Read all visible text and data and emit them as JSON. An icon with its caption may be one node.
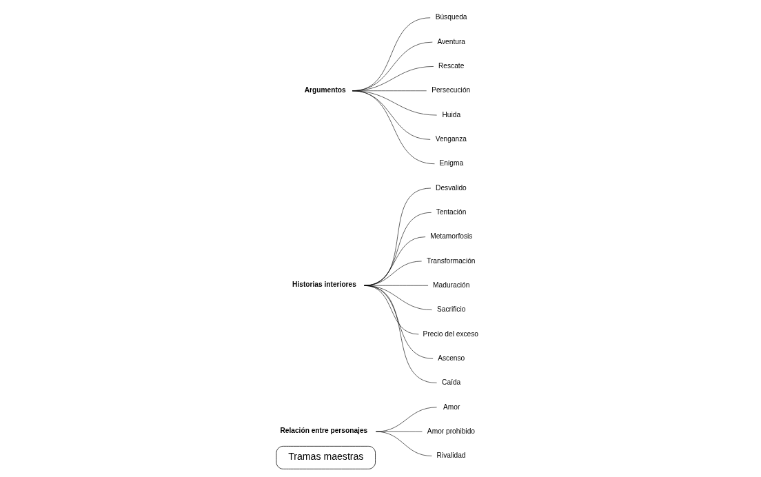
{
  "diagram": {
    "nodes": [
      {
        "text": [
          "Tramas maestras"
        ]
      },
      {
        "text": [
          "Relación entre personajes"
        ]
      },
      {
        "text": [
          "Amor"
        ]
      },
      {
        "text": [
          "Amor prohibido"
        ]
      },
      {
        "text": [
          "Rivalidad"
        ]
      },
      {
        "text": [
          "Historias interiores"
        ]
      },
      {
        "text": [
          "Desvalido"
        ]
      },
      {
        "text": [
          "Tentación"
        ]
      },
      {
        "text": [
          "Metamorfosis"
        ]
      },
      {
        "text": [
          "Transformación"
        ]
      },
      {
        "text": [
          "Maduración"
        ]
      },
      {
        "text": [
          "Sacrificio"
        ]
      },
      {
        "text": [
          "Precio del exceso"
        ]
      },
      {
        "text": [
          "Ascenso"
        ]
      },
      {
        "text": [
          "Caída"
        ]
      },
      {
        "text": [
          "Argumentos"
        ]
      },
      {
        "text": [
          "Búsqueda"
        ]
      },
      {
        "text": [
          "Aventura"
        ]
      },
      {
        "text": [
          "Rescate"
        ]
      },
      {
        "text": [
          "Persecución"
        ]
      },
      {
        "text": [
          "Huida"
        ]
      },
      {
        "text": [
          "Venganza"
        ]
      },
      {
        "text": [
          "Enigma"
        ]
      }
    ],
    "edges": [
      {
        "from": 1,
        "to": 2,
        "arrow": "none"
      },
      {
        "from": 1,
        "to": 3,
        "arrow": "none"
      },
      {
        "from": 1,
        "to": 4,
        "arrow": "none"
      },
      {
        "from": 5,
        "to": 6,
        "arrow": "none"
      },
      {
        "from": 5,
        "to": 7,
        "arrow": "none"
      },
      {
        "from": 5,
        "to": 8,
        "arrow": "none"
      },
      {
        "from": 5,
        "to": 9,
        "arrow": "none"
      },
      {
        "from": 5,
        "to": 10,
        "arrow": "none"
      },
      {
        "from": 5,
        "to": 11,
        "arrow": "none"
      },
      {
        "from": 5,
        "to": 12,
        "arrow": "none"
      },
      {
        "from": 5,
        "to": 13,
        "arrow": "none"
      },
      {
        "from": 5,
        "to": 14,
        "arrow": "none"
      },
      {
        "from": 15,
        "to": 16,
        "arrow": "none"
      },
      {
        "from": 15,
        "to": 17,
        "arrow": "none"
      },
      {
        "from": 15,
        "to": 18,
        "arrow": "none"
      },
      {
        "from": 15,
        "to": 19,
        "arrow": "none"
      },
      {
        "from": 15,
        "to": 20,
        "arrow": "none"
      },
      {
        "from": 15,
        "to": 21,
        "arrow": "none"
      },
      {
        "from": 15,
        "to": 22,
        "arrow": "none"
      }
    ]
  }
}
